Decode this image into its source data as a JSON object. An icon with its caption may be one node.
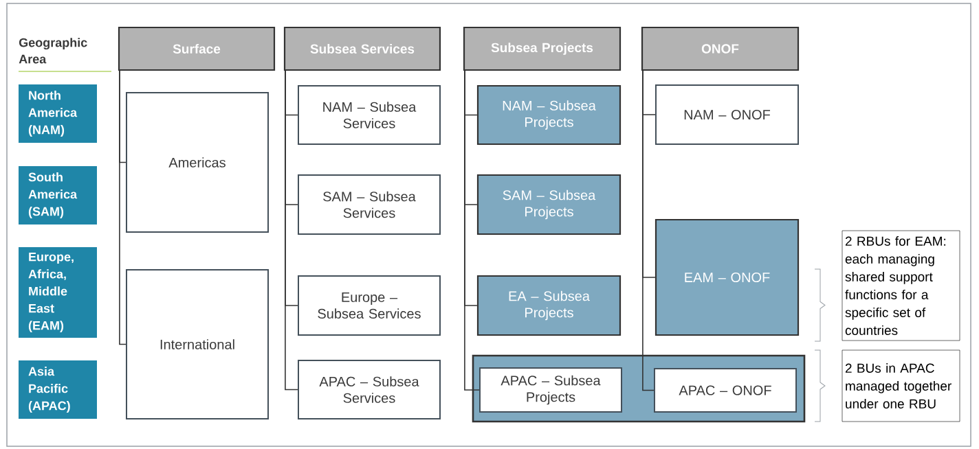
{
  "diagram": {
    "nodes": [
      {
        "text": [
          "North America (NAM)"
        ]
      },
      {
        "text": [
          "South America (SAM)"
        ]
      },
      {
        "text": [
          "Europe, Africa, Middle East (EAM)"
        ]
      },
      {
        "text": [
          "Asia Pacific (APAC)"
        ]
      },
      {
        "text": [
          "Surface"
        ]
      },
      {
        "text": [
          "Americas"
        ]
      },
      {
        "text": [
          "International"
        ]
      },
      {
        "text": [
          "Subsea Services"
        ]
      },
      {
        "text": [
          "NAM – Subsea Services"
        ]
      },
      {
        "text": [
          "SAM – Subsea Services"
        ]
      },
      {
        "text": [
          "Europe – Subsea Services"
        ]
      },
      {
        "text": [
          "APAC – Subsea Services"
        ]
      },
      {
        "text": [
          "Subsea Projects"
        ]
      },
      {
        "text": [
          "NAM – Subsea Projects"
        ]
      },
      {
        "text": [
          "SAM – Subsea Projects"
        ]
      },
      {
        "text": [
          "EA – Subsea Projects"
        ]
      },
      {
        "text": [
          "ONOF"
        ]
      },
      {
        "text": [
          "NAM – ONOF"
        ]
      },
      {
        "text": [
          "EAM – ONOF"
        ]
      },
      {
        "text": [],
        "shape": "box"
      },
      {
        "text": [
          "APAC – Subsea Projects"
        ],
        "in": 19
      },
      {
        "text": [
          "APAC – ONOF"
        ],
        "in": 19
      },
      {
        "text": [
          "2 RBUs for EAM: each managing shared support functions for a specific set of countries"
        ]
      },
      {
        "text": [
          "2 BUs in APAC managed together under one RBU"
        ]
      }
    ],
    "edges": [
      {
        "from": 4,
        "to": 5,
        "arrow": "none"
      },
      {
        "from": 4,
        "to": 6,
        "arrow": "none"
      },
      {
        "from": 7,
        "to": 8,
        "arrow": "none"
      },
      {
        "from": 7,
        "to": 9,
        "arrow": "none"
      },
      {
        "from": 7,
        "to": 10,
        "arrow": "none"
      },
      {
        "from": 7,
        "to": 11,
        "arrow": "none"
      },
      {
        "from": 12,
        "to": 13,
        "arrow": "none"
      },
      {
        "from": 12,
        "to": 14,
        "arrow": "none"
      },
      {
        "from": 12,
        "to": 15,
        "arrow": "none"
      },
      {
        "from": 12,
        "to": 20,
        "arrow": "none"
      },
      {
        "from": 16,
        "to": 17,
        "arrow": "none"
      },
      {
        "from": 16,
        "to": 18,
        "arrow": "none"
      },
      {
        "from": 16,
        "to": 21,
        "arrow": "none"
      }
    ],
    "labels": [
      "Geographic Area"
    ]
  }
}
